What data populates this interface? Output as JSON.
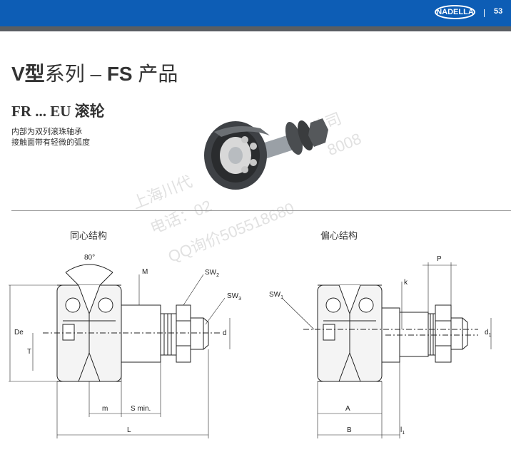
{
  "header": {
    "logo_text": "NADELLA",
    "page_number": "53",
    "bar_color": "#0d5db5",
    "stripe_color": "#5a5e62"
  },
  "title": {
    "bold": "V型",
    "light": "系列 – ",
    "bold2": "FS",
    "light2": " 产品"
  },
  "subtitle": "FR ... EU 滚轮",
  "description": [
    "内部为双列滚珠轴承",
    "接触面带有轻微的弧度"
  ],
  "watermark": [
    "上海川代",
    "公司",
    "电话：02",
    "8008",
    "QQ询价505518680"
  ],
  "sections": {
    "concentric": "同心结构",
    "eccentric": "偏心结构"
  },
  "dimensions": {
    "angle": "80°",
    "M": "M",
    "SW2": "SW",
    "SW2_sub": "2",
    "SW3": "SW",
    "SW3_sub": "3",
    "De": "De",
    "T": "T",
    "d": "d",
    "m": "m",
    "S_min": "S min.",
    "L": "L",
    "SW1": "SW",
    "SW1_sub": "1",
    "k": "k",
    "P": "P",
    "d1": "d",
    "d1_sub": "1",
    "A": "A",
    "B": "B",
    "l1": "l",
    "l1_sub": "1"
  }
}
